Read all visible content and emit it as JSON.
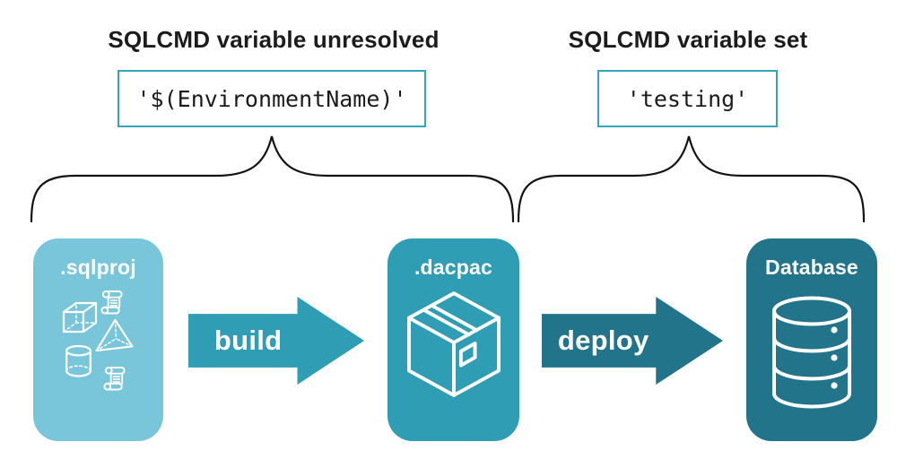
{
  "colors": {
    "background": "#ffffff",
    "heading_text": "#1c1c1c",
    "code_text": "#1b1b1b",
    "code_box_border": "#35a4c0",
    "brace_stroke": "#131313",
    "node_sqlproj": "#79c6da",
    "node_dacpac": "#2f9db4",
    "node_database": "#21748a",
    "arrow_build": "#2f9db4",
    "arrow_deploy": "#21748a",
    "node_text": "#ffffff"
  },
  "annotations": {
    "unresolved": {
      "title": "SQLCMD variable unresolved",
      "code": "'$(EnvironmentName)'"
    },
    "resolved": {
      "title": "SQLCMD variable set",
      "code": "'testing'"
    }
  },
  "pipeline": {
    "nodes": [
      {
        "label": ".sqlproj",
        "icon": "sql-objects-icon"
      },
      {
        "label": ".dacpac",
        "icon": "package-box-icon"
      },
      {
        "label": "Database",
        "icon": "database-cylinder-icon"
      }
    ],
    "arrows": [
      {
        "label": "build"
      },
      {
        "label": "deploy"
      }
    ]
  }
}
